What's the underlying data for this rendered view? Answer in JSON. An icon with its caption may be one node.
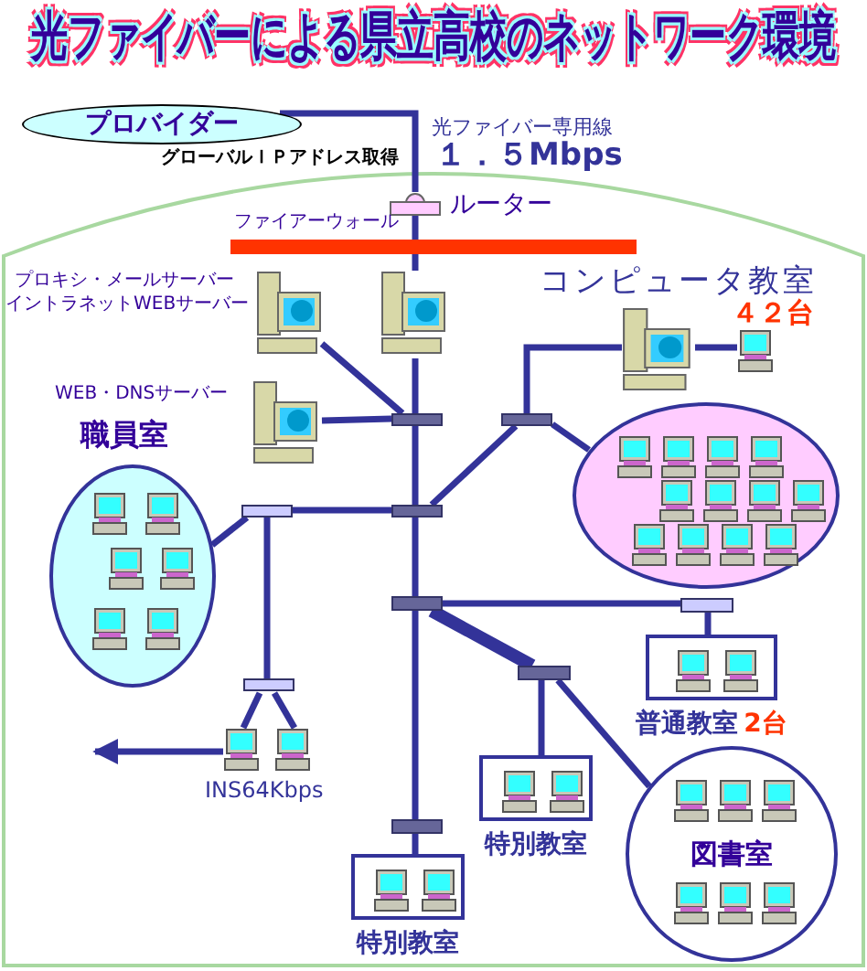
{
  "diagram": {
    "title": "光ファイバーによる県立高校のネットワーク環境",
    "nodes": [
      {
        "text": [
          "プロバイダー"
        ]
      },
      {
        "text": [],
        "shape": "box",
        "beside": [
          "ルーター"
        ]
      },
      {
        "text": [],
        "shape": "bar",
        "beside": [
          "ファイアーウォール"
        ]
      },
      {
        "text": [],
        "shape": "picture",
        "beside": [
          "プロキシ・メールサーバー",
          "イントラネットWEBサーバー"
        ]
      },
      {
        "text": [],
        "shape": "picture"
      },
      {
        "text": [],
        "shape": "picture",
        "beside": [
          "WEB・DNSサーバー"
        ]
      },
      {
        "text": [],
        "shape": "box"
      },
      {
        "text": [],
        "shape": "box"
      },
      {
        "text": [],
        "shape": "box"
      },
      {
        "text": [],
        "shape": "picture"
      },
      {
        "text": [],
        "shape": "picture"
      },
      {
        "text": [],
        "shape": "circle"
      },
      {
        "text": [
          "職員室"
        ]
      },
      {
        "text": [],
        "shape": "box"
      },
      {
        "text": [],
        "shape": "box"
      },
      {
        "text": [],
        "shape": "picture"
      },
      {
        "text": [],
        "shape": "picture"
      },
      {
        "text": [],
        "shape": "box"
      },
      {
        "text": [],
        "shape": "box"
      },
      {
        "text": [
          "普通教室",
          "2台"
        ]
      },
      {
        "text": [],
        "shape": "box"
      },
      {
        "text": [
          "特別教室"
        ]
      },
      {
        "text": [
          "図書室"
        ]
      },
      {
        "text": [],
        "shape": "box"
      },
      {
        "text": [
          "特別教室"
        ]
      }
    ],
    "edges": [
      {
        "from": 0,
        "to": 1,
        "arrow": "none"
      },
      {
        "from": 1,
        "to": 2,
        "arrow": "none"
      },
      {
        "from": 2,
        "to": 4,
        "arrow": "none"
      },
      {
        "from": 4,
        "to": 6,
        "arrow": "none"
      },
      {
        "from": 3,
        "to": 6,
        "arrow": "none"
      },
      {
        "from": 5,
        "to": 6,
        "arrow": "none"
      },
      {
        "from": 6,
        "to": 7,
        "arrow": "none"
      },
      {
        "from": 7,
        "to": 8,
        "arrow": "none"
      },
      {
        "from": 8,
        "to": 9,
        "arrow": "none"
      },
      {
        "from": 9,
        "to": 10,
        "arrow": "none"
      },
      {
        "from": 8,
        "to": 11,
        "arrow": "none"
      },
      {
        "from": 7,
        "to": 13,
        "arrow": "none"
      },
      {
        "from": 13,
        "to": 12,
        "arrow": "none"
      },
      {
        "from": 13,
        "to": 14,
        "arrow": "none"
      },
      {
        "from": 14,
        "to": 15,
        "arrow": "none"
      },
      {
        "from": 14,
        "to": 16,
        "arrow": "none"
      },
      {
        "from": 15,
        "to": null,
        "arrow": "to"
      },
      {
        "from": 7,
        "to": 17,
        "arrow": "none"
      },
      {
        "from": 17,
        "to": 18,
        "arrow": "none"
      },
      {
        "from": 18,
        "to": 19,
        "arrow": "none"
      },
      {
        "from": 17,
        "to": 20,
        "arrow": "none",
        "style": "thick"
      },
      {
        "from": 20,
        "to": 21,
        "arrow": "none"
      },
      {
        "from": 20,
        "to": 22,
        "arrow": "none"
      },
      {
        "from": 17,
        "to": 23,
        "arrow": "none"
      },
      {
        "from": 23,
        "to": 24,
        "arrow": "none"
      }
    ],
    "labels": [
      "光ファイバー専用線",
      "１．５Mbps",
      "グローバルＩＰアドレス取得",
      "コンピュータ教室",
      "４２台",
      "INS64Kbps"
    ]
  }
}
